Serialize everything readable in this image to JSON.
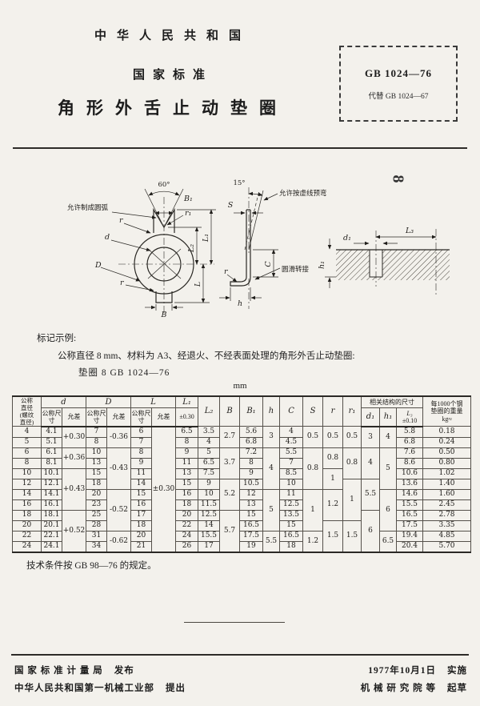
{
  "header": {
    "country": "中华人民共和国",
    "standard_type": "国家标准",
    "title": "角形外舌止动垫圈",
    "standard_no": "GB 1024—76",
    "replaces": "代替 GB 1024—67"
  },
  "page_number": "8",
  "drawing": {
    "front_view": {
      "angle60": "60°",
      "B1": "B₁",
      "r1": "r₁",
      "r": "r",
      "d": "d",
      "D": "D",
      "L2": "L₂",
      "L1": "L₁",
      "L": "L",
      "B": "B",
      "arc_note": "允许制成圆弧"
    },
    "side_view": {
      "angle15": "15°",
      "S": "S",
      "C": "C",
      "r": "r",
      "h": "h",
      "prebend_note": "允许按虚线预弯",
      "smooth_note": "圆滑转接"
    },
    "section_view": {
      "d1": "d₁",
      "h1": "h₁",
      "L3": "L₃"
    }
  },
  "marking_example": {
    "heading": "标记示例:",
    "line1": "公称直径 8 mm、材料为 A3、经退火、不经表面处理的角形外舌止动垫圈:",
    "line2": "垫圈  8  GB 1024—76"
  },
  "table": {
    "unit": "mm",
    "headers": {
      "nominal": [
        "公称",
        "直径",
        "(螺纹",
        "直径)"
      ],
      "d": "d",
      "D": "D",
      "L": "L",
      "L1": "L₁",
      "L2": "L₂",
      "B": "B",
      "B1": "B₁",
      "h": "h",
      "C": "C",
      "S": "S",
      "r": "r",
      "r1": "r₁",
      "nominal_size": "公称尺寸",
      "tolerance": "允差",
      "pm030": "±0.30",
      "related": "相关结构的尺寸",
      "d1": "d₁",
      "h1": "h₁",
      "L3": "L₃",
      "L3_tol": "±0.10",
      "weight": [
        "每1000个钢",
        "垫圈的重量",
        "kg≈"
      ]
    },
    "rows": [
      [
        "4",
        "4.1",
        {
          "v": "+0.30",
          "rs": 2
        },
        "7",
        {
          "v": "-0.36",
          "rs": 2
        },
        "6",
        {
          "v": "±0.30",
          "rs": 12
        },
        "6.5",
        "3.5",
        {
          "v": "2.7",
          "rs": 2
        },
        "5.6",
        {
          "v": "3",
          "rs": 2
        },
        "4",
        {
          "v": "0.5",
          "rs": 2
        },
        {
          "v": "0.5",
          "rs": 2
        },
        {
          "v": "0.5",
          "rs": 2
        },
        {
          "v": "3",
          "rs": 2
        },
        {
          "v": "4",
          "rs": 2
        },
        "5.8",
        "0.18"
      ],
      [
        "5",
        "5.1",
        null,
        "8",
        null,
        "7",
        null,
        "8",
        "4",
        null,
        "6.8",
        null,
        "4.5",
        null,
        null,
        null,
        null,
        null,
        "6.8",
        "0.24"
      ],
      [
        "6",
        "6.1",
        {
          "v": "+0.36",
          "rs": 2
        },
        "10",
        {
          "v": "-0.43",
          "rs": 4
        },
        "8",
        null,
        "9",
        "5",
        {
          "v": "3.7",
          "rs": 3
        },
        "7.2",
        {
          "v": "4",
          "rs": 4
        },
        "5.5",
        {
          "v": "0.8",
          "rs": 4
        },
        {
          "v": "0.8",
          "rs": 2
        },
        {
          "v": "0.8",
          "rs": 3
        },
        {
          "v": "4",
          "rs": 3
        },
        {
          "v": "5",
          "rs": 4
        },
        "7.6",
        "0.50"
      ],
      [
        "8",
        "8.1",
        null,
        "13",
        null,
        "9",
        null,
        "11",
        "6.5",
        null,
        "8",
        null,
        "7",
        null,
        null,
        null,
        null,
        null,
        "8.6",
        "0.80"
      ],
      [
        "10",
        "10.1",
        {
          "v": "+0.43",
          "rs": 4
        },
        "15",
        null,
        "11",
        null,
        "13",
        "7.5",
        null,
        "9",
        null,
        "8.5",
        null,
        {
          "v": "1",
          "rs": 2
        },
        null,
        null,
        null,
        "10.6",
        "1.02"
      ],
      [
        "12",
        "12.1",
        null,
        "18",
        null,
        "14",
        null,
        "15",
        "9",
        {
          "v": "5.2",
          "rs": 3
        },
        "10.5",
        null,
        "10",
        null,
        null,
        {
          "v": "1",
          "rs": 4
        },
        {
          "v": "5.5",
          "rs": 3
        },
        null,
        "13.6",
        "1.40"
      ],
      [
        "14",
        "14.1",
        null,
        "20",
        {
          "v": "-0.52",
          "rs": 4
        },
        "15",
        null,
        "16",
        "10",
        null,
        "12",
        {
          "v": "5",
          "rs": 4
        },
        "11",
        {
          "v": "1",
          "rs": 4
        },
        {
          "v": "1.2",
          "rs": 3
        },
        null,
        null,
        {
          "v": "6",
          "rs": 4
        },
        "14.6",
        "1.60"
      ],
      [
        "16",
        "16.1",
        null,
        "23",
        null,
        "16",
        null,
        "18",
        "11.5",
        null,
        "13",
        null,
        "12.5",
        null,
        null,
        null,
        null,
        null,
        "15.5",
        "2.45"
      ],
      [
        "18",
        "18.1",
        {
          "v": "+0.52",
          "rs": 4
        },
        "25",
        null,
        "17",
        null,
        "20",
        "12.5",
        {
          "v": "5.7",
          "rs": 4
        },
        "15",
        null,
        "13.5",
        null,
        null,
        null,
        {
          "v": "6",
          "rs": 4
        },
        null,
        "16.5",
        "2.78"
      ],
      [
        "20",
        "20.1",
        null,
        "28",
        null,
        "18",
        null,
        "22",
        "14",
        null,
        "16.5",
        null,
        "15",
        null,
        {
          "v": "1.5",
          "rs": 3
        },
        {
          "v": "1.5",
          "rs": 3
        },
        null,
        null,
        "17.5",
        "3.35"
      ],
      [
        "22",
        "22.1",
        null,
        "31",
        {
          "v": "-0.62",
          "rs": 2
        },
        "20",
        null,
        "24",
        "15.5",
        null,
        "17.5",
        {
          "v": "5.5",
          "rs": 2
        },
        "16.5",
        {
          "v": "1.2",
          "rs": 2
        },
        null,
        null,
        null,
        {
          "v": "6.5",
          "rs": 2
        },
        "19.4",
        "4.85"
      ],
      [
        "24",
        "24.1",
        null,
        "34",
        null,
        "21",
        null,
        "26",
        "17",
        null,
        "19",
        null,
        "18",
        null,
        null,
        null,
        null,
        null,
        "20.4",
        "5.70"
      ]
    ]
  },
  "note": "技术条件按 GB 98—76 的规定。",
  "footer": {
    "publisher": "国 家 标 准 计 量 局",
    "publish_label": "发布",
    "proposer": "中华人民共和国第一机械工业部",
    "propose_label": "提出",
    "date": "1977年10月1日",
    "date_label": "实施",
    "drafter": "机 械 研 究 院 等",
    "draft_label": "起草"
  }
}
